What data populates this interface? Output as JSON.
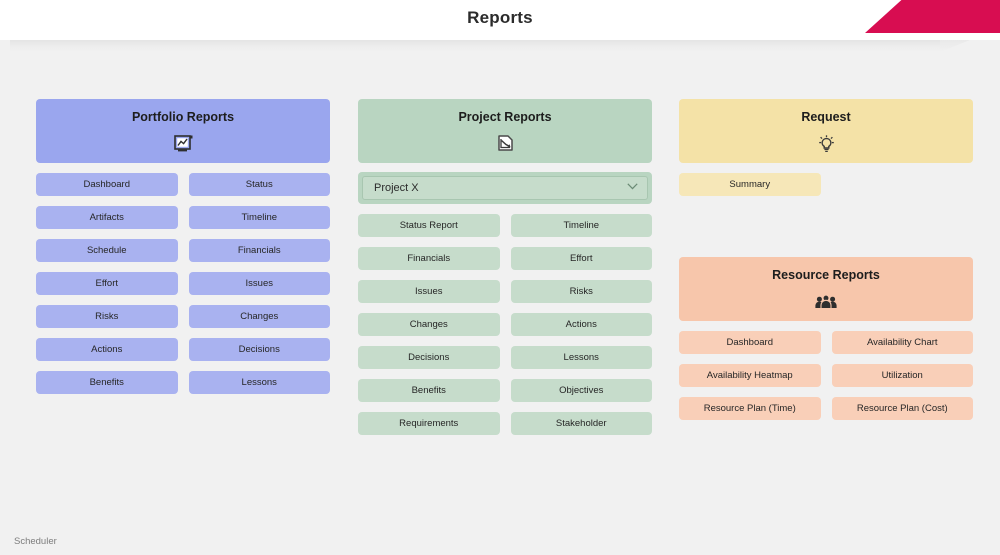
{
  "header": {
    "title": "Reports",
    "accent_color": "#d80d51"
  },
  "footer": {
    "label": "Scheduler"
  },
  "panels": {
    "portfolio": {
      "title": "Portfolio Reports",
      "icon": "chart-increasing-icon",
      "header_color": "#9aa6ee",
      "button_color": "#a9b2f0",
      "buttons": [
        "Dashboard",
        "Status",
        "Artifacts",
        "Timeline",
        "Schedule",
        "Financials",
        "Effort",
        "Issues",
        "Risks",
        "Changes",
        "Actions",
        "Decisions",
        "Benefits",
        "Lessons"
      ]
    },
    "project": {
      "title": "Project Reports",
      "icon": "chart-decreasing-icon",
      "header_color": "#b9d5c1",
      "button_color": "#c6dccb",
      "selector": {
        "value": "Project X",
        "options": [
          "Project X"
        ]
      },
      "buttons": [
        "Status Report",
        "Timeline",
        "Financials",
        "Effort",
        "Issues",
        "Risks",
        "Changes",
        "Actions",
        "Decisions",
        "Lessons",
        "Benefits",
        "Objectives",
        "Requirements",
        "Stakeholder"
      ]
    },
    "request": {
      "title": "Request",
      "icon": "light-bulb-icon",
      "header_color": "#f4e2a7",
      "button_color": "#f6e7b8",
      "buttons": [
        "Summary"
      ]
    },
    "resource": {
      "title": "Resource Reports",
      "icon": "people-group-icon",
      "header_color": "#f7c6ab",
      "button_color": "#f9cfb8",
      "buttons": [
        "Dashboard",
        "Availability Chart",
        "Availability Heatmap",
        "Utilization",
        "Resource Plan (Time)",
        "Resource Plan (Cost)"
      ]
    }
  }
}
